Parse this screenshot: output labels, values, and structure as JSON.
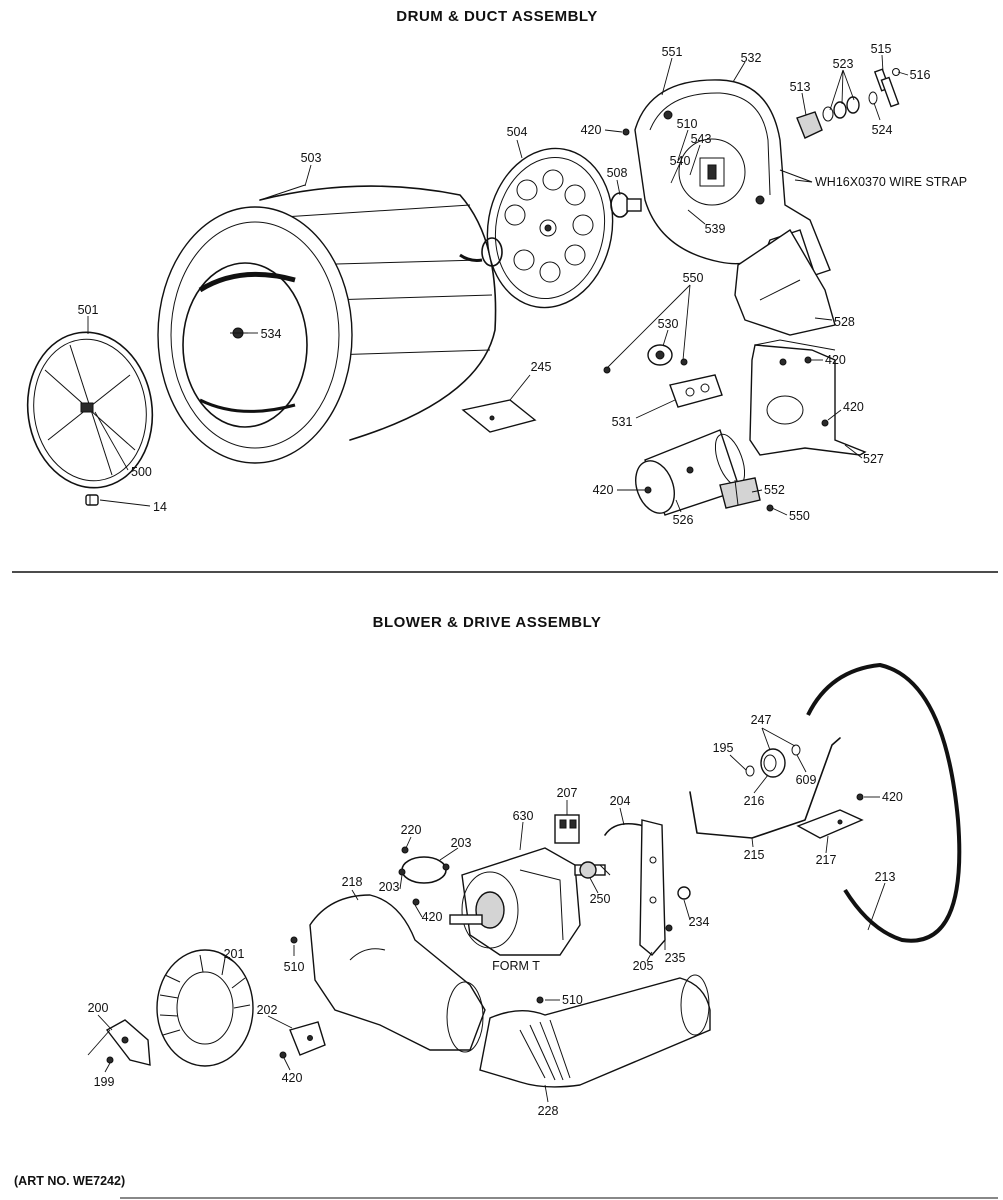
{
  "sections": {
    "drum_duct": {
      "title": "DRUM & DUCT ASSEMBLY"
    },
    "blower_drive": {
      "title": "BLOWER & DRIVE ASSEMBLY"
    }
  },
  "drum_labels": {
    "p551": "551",
    "p532": "532",
    "p523": "523",
    "p515": "515",
    "p516": "516",
    "p513": "513",
    "p524": "524",
    "p420a": "420",
    "p510": "510",
    "p543": "543",
    "p540": "540",
    "p504": "504",
    "p503": "503",
    "p508": "508",
    "p539": "539",
    "wire_strap": "WH16X0370 WIRE STRAP",
    "p550a": "550",
    "p528": "528",
    "p530": "530",
    "p420b": "420",
    "p534": "534",
    "p501": "501",
    "p245": "245",
    "p531": "531",
    "p420c": "420",
    "p527": "527",
    "p500": "500",
    "p420d": "420",
    "p552": "552",
    "p526": "526",
    "p550b": "550",
    "p14": "14"
  },
  "blower_labels": {
    "p247": "247",
    "p195": "195",
    "p609": "609",
    "p216": "216",
    "p420a": "420",
    "p207": "207",
    "p204": "204",
    "p630": "630",
    "p220": "220",
    "p203a": "203",
    "p215": "215",
    "p217": "217",
    "p218": "218",
    "p203b": "203",
    "p420b": "420",
    "p250": "250",
    "p213": "213",
    "p234": "234",
    "p201": "201",
    "p510a": "510",
    "form_t": "FORM T",
    "p205": "205",
    "p235": "235",
    "p200": "200",
    "p202": "202",
    "p510b": "510",
    "p199": "199",
    "p420c": "420",
    "p228": "228"
  },
  "footer": {
    "art_no": "(ART NO. WE7242)"
  }
}
